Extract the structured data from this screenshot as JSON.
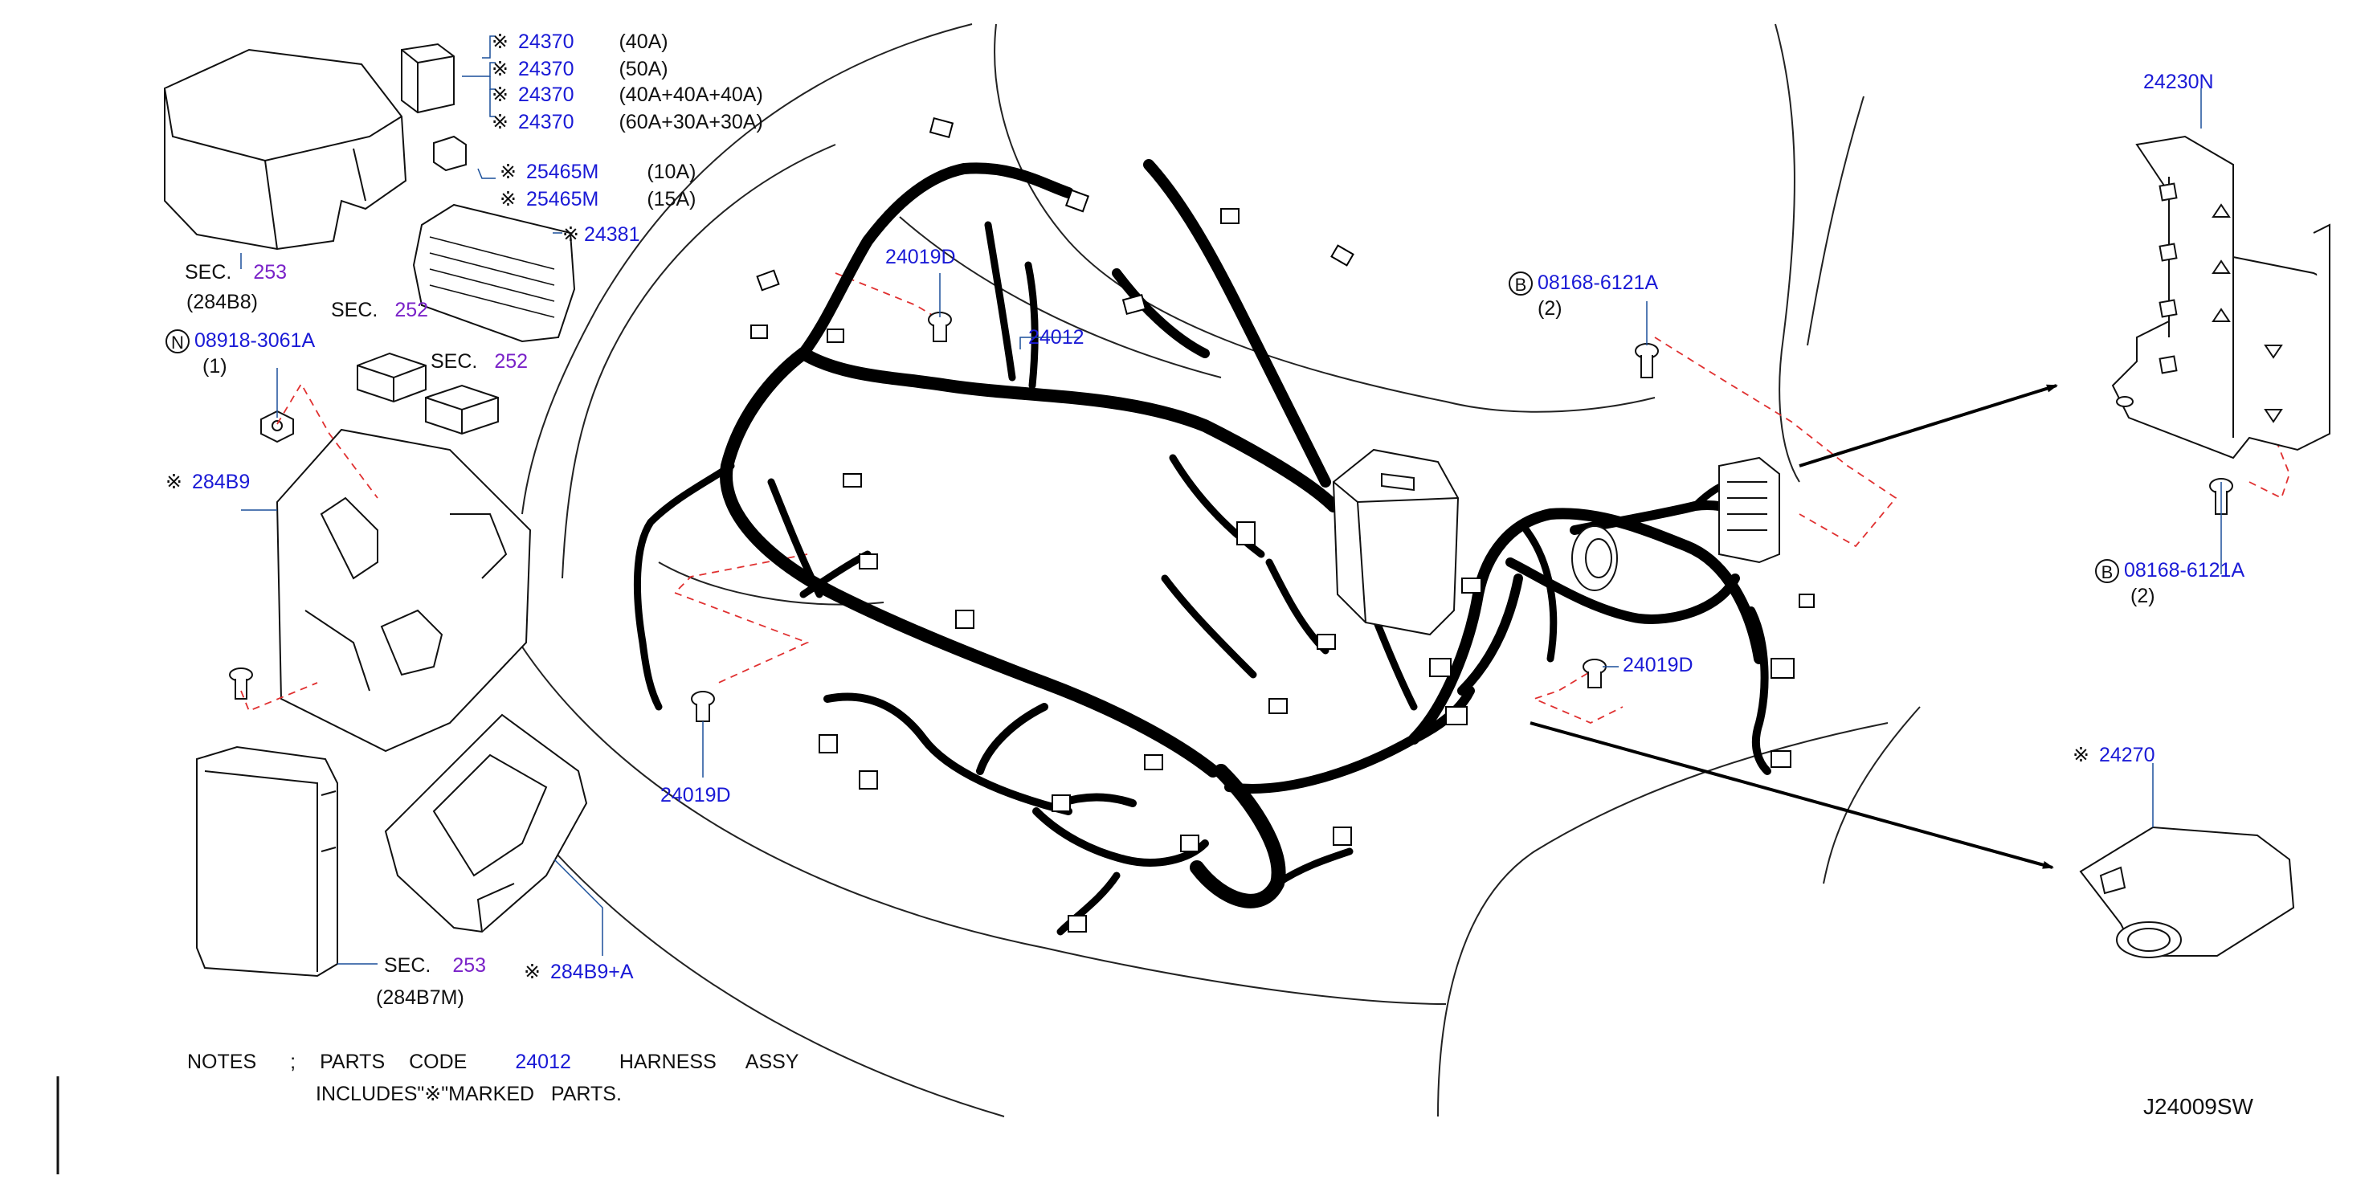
{
  "diagram_code": "J24009SW",
  "mark_symbol": "※",
  "fuse_labels": [
    {
      "part": "24370",
      "spec": "(40A)"
    },
    {
      "part": "24370",
      "spec": "(50A)"
    },
    {
      "part": "24370",
      "spec": "(40A+40A+40A)"
    },
    {
      "part": "24370",
      "spec": "(60A+30A+30A)"
    }
  ],
  "mini_fuse_labels": [
    {
      "part": "25465M",
      "spec": "(10A)"
    },
    {
      "part": "25465M",
      "spec": "(15A)"
    }
  ],
  "relay_block": {
    "part": "24381"
  },
  "sec_top": {
    "sec": "SEC.",
    "num": "253",
    "sub": "(284B8)"
  },
  "sec_relay_1": {
    "sec": "SEC.",
    "num": "252"
  },
  "sec_relay_2": {
    "sec": "SEC.",
    "num": "252"
  },
  "nut_label": {
    "circle": "N",
    "part": "08918-3061A",
    "qty": "(1)"
  },
  "bracket_label": {
    "part": "284B9"
  },
  "sec_bottom": {
    "sec": "SEC.",
    "num": "253",
    "sub": "(284B7M)"
  },
  "cover_label": {
    "part": "284B9+A"
  },
  "clip_labels": [
    {
      "part": "24019D"
    },
    {
      "part": "24019D"
    },
    {
      "part": "24019D"
    }
  ],
  "harness_label": {
    "part": "24012"
  },
  "bolt_top": {
    "circle": "B",
    "part": "08168-6121A",
    "qty": "(2)"
  },
  "bolt_right": {
    "circle": "B",
    "part": "08168-6121A",
    "qty": "(2)"
  },
  "bracket_right": {
    "part": "24230N"
  },
  "protector": {
    "part": "24270"
  },
  "notes": {
    "w1": "NOTES",
    "w2": ";",
    "w3": "PARTS",
    "w4": "CODE",
    "part": "24012",
    "w5": "HARNESS",
    "w6": "ASSY",
    "line2": "INCLUDES\"※\"MARKED   PARTS."
  }
}
